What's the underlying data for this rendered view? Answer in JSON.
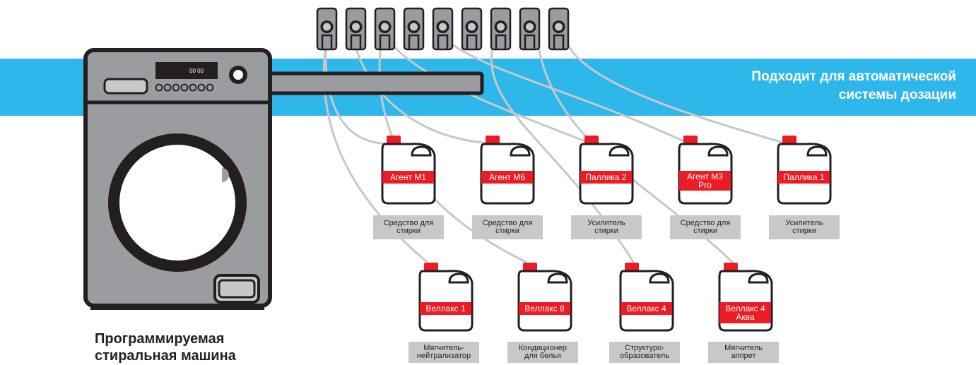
{
  "banner": {
    "line1": "Подходит для автоматической",
    "line2": "системы дозации"
  },
  "machine": {
    "display_time": "00 00",
    "caption_line1": "Программируемая",
    "caption_line2": "стиральная машина",
    "body_color": "#9a9ca0",
    "outline_color": "#231f20"
  },
  "pumps": {
    "count": 9,
    "color": "#9a9ca0"
  },
  "top_row": [
    {
      "tag": "Агент М1",
      "label": "Средство для\nстирки"
    },
    {
      "tag": "Агент М6",
      "label": "Средство для\nстирки"
    },
    {
      "tag": "Паллика 2",
      "label": "Усилитель\nстирки"
    },
    {
      "tag": "Агент М3\nPro",
      "label": "Средство для\nстирки"
    },
    {
      "tag": "Паллика 1",
      "label": "Усилитель\nстирки"
    }
  ],
  "bottom_row": [
    {
      "tag": "Веллакс 1",
      "label": "Мягчитель-\nнейтрализатор"
    },
    {
      "tag": "Веллакс 8",
      "label": "Кондиционер\nдля белья"
    },
    {
      "tag": "Веллакс 4",
      "label": "Структуро-\nобразователь"
    },
    {
      "tag": "Веллакс 4\nАква",
      "label": "Мягчитель\nаппрет"
    }
  ],
  "colors": {
    "banner": "#2eb7ea",
    "tag": "#ec1c24",
    "cap": "#ec1c24",
    "label_bg": "#c8c8c8",
    "hose": "#c8c8c8"
  }
}
